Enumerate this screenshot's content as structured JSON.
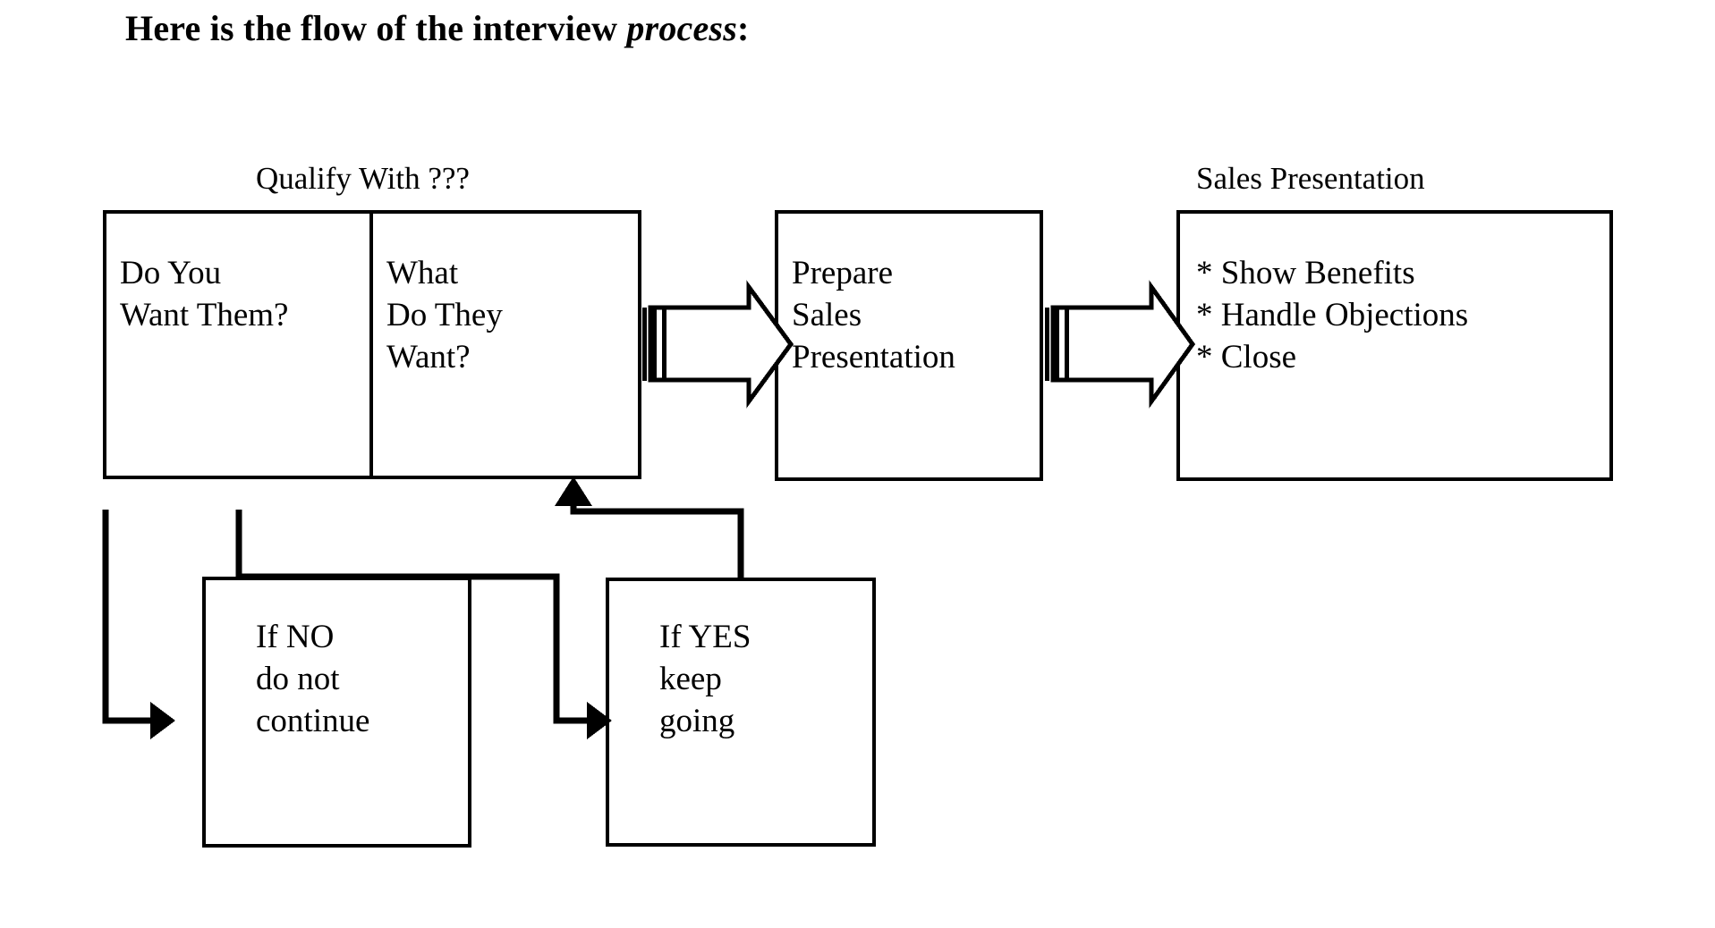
{
  "document": {
    "title_prefix": "Here is the flow of the interview ",
    "title_emphasis": "process",
    "title_suffix": ":"
  },
  "labels": {
    "qualify_caption": "Qualify With ???",
    "sales_caption": "Sales Presentation"
  },
  "nodes": {
    "do_you_want_them": "Do You\nWant Them?",
    "what_do_they_want": "What\nDo They\nWant?",
    "prepare_sales_presentation": "Prepare\nSales\nPresentation",
    "sales_presentation_items": "* Show Benefits\n* Handle Objections\n* Close",
    "if_no": "If NO\ndo not\ncontinue",
    "if_yes": "If YES\nkeep\ngoing"
  },
  "colors": {
    "ink": "#000000",
    "paper": "#ffffff"
  },
  "chart_data": {
    "type": "table",
    "title": "Interview process flow",
    "nodes": [
      {
        "id": "do-you-want-them",
        "label": "Do You Want Them?",
        "group": "Qualify With ???"
      },
      {
        "id": "what-do-they-want",
        "label": "What Do They Want?",
        "group": "Qualify With ???"
      },
      {
        "id": "prepare-sales-presentation",
        "label": "Prepare Sales Presentation",
        "group": ""
      },
      {
        "id": "sales-presentation",
        "label": "* Show Benefits / * Handle Objections / * Close",
        "group": "Sales Presentation"
      },
      {
        "id": "if-no",
        "label": "If NO do not continue",
        "group": ""
      },
      {
        "id": "if-yes",
        "label": "If YES keep going",
        "group": ""
      }
    ],
    "edges": [
      {
        "from": "what-do-they-want",
        "to": "prepare-sales-presentation",
        "style": "block-arrow"
      },
      {
        "from": "prepare-sales-presentation",
        "to": "sales-presentation",
        "style": "block-arrow"
      },
      {
        "from": "do-you-want-them",
        "to": "if-no",
        "style": "line-arrow"
      },
      {
        "from": "what-do-they-want",
        "to": "if-yes",
        "style": "line-arrow"
      },
      {
        "from": "if-yes",
        "to": "what-do-they-want",
        "style": "line-arrow-up"
      }
    ]
  }
}
